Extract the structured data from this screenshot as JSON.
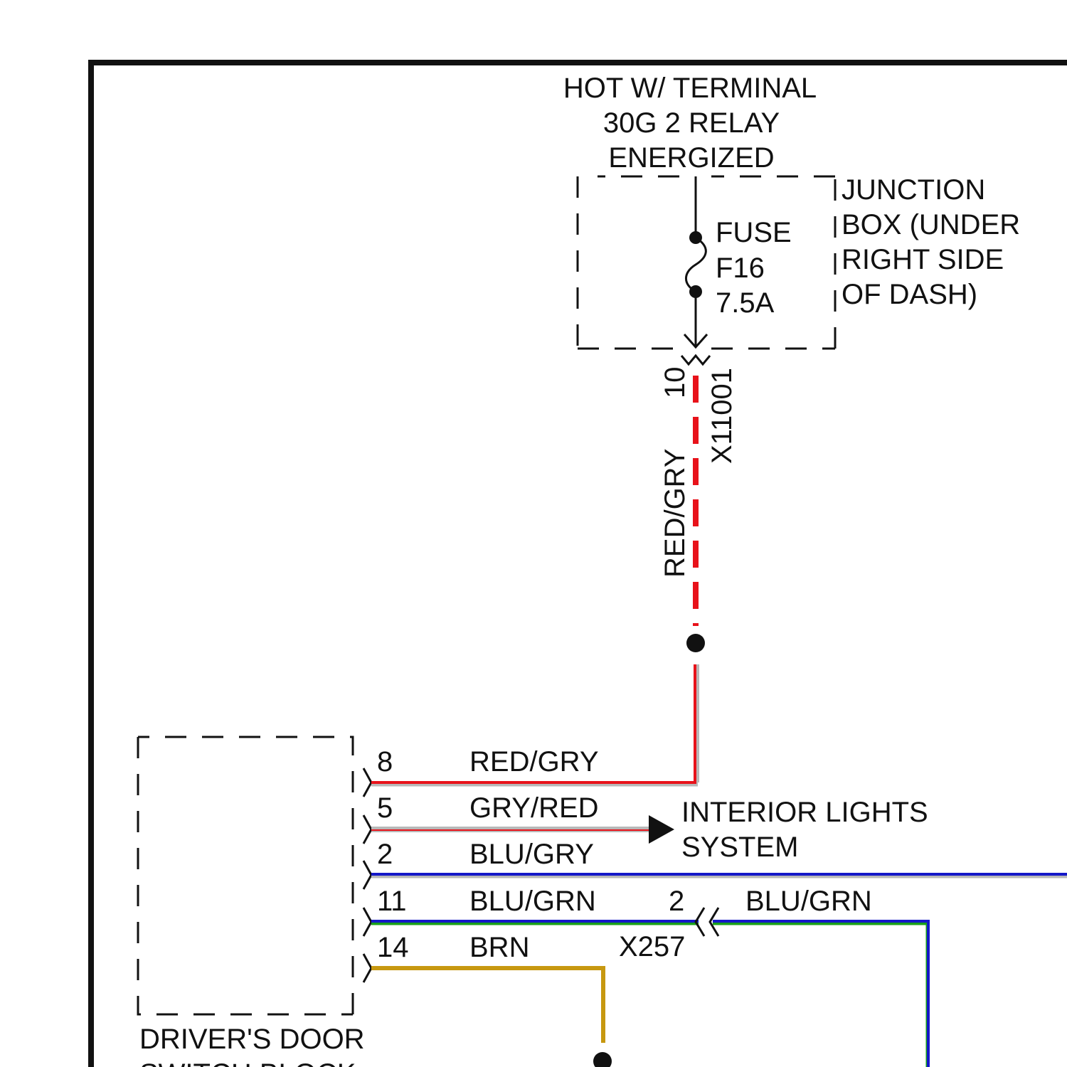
{
  "power_source": {
    "line1": "HOT W/ TERMINAL",
    "line2": "30G 2 RELAY",
    "line3": "ENERGIZED"
  },
  "fuse": {
    "line1": "FUSE",
    "line2": "F16",
    "line3": "7.5A"
  },
  "junction_box": {
    "line1": "JUNCTION",
    "line2": "BOX (UNDER",
    "line3": "RIGHT SIDE",
    "line4": "OF DASH)"
  },
  "riser": {
    "pin": "10",
    "connector": "X11001",
    "wire_color_label": "RED/GRY"
  },
  "switch_block": {
    "line1": "DRIVER'S DOOR",
    "line2": "SWITCH BLOCK"
  },
  "wires": [
    {
      "pin": "8",
      "color_label": "RED/GRY"
    },
    {
      "pin": "5",
      "color_label": "GRY/RED"
    },
    {
      "pin": "2",
      "color_label": "BLU/GRY"
    },
    {
      "pin": "11",
      "color_label": "BLU/GRN"
    },
    {
      "pin": "14",
      "color_label": "BRN"
    }
  ],
  "interior_lights": {
    "line1": "INTERIOR LIGHTS",
    "line2": "SYSTEM"
  },
  "inline_connector": {
    "name": "X257",
    "pin": "2",
    "out_color_label": "BLU/GRN"
  },
  "colors": {
    "red": "#e8121a",
    "gray": "#b8b8b8",
    "blue": "#1418c8",
    "green": "#1aa01a",
    "brown": "#c79810",
    "black": "#111111"
  }
}
